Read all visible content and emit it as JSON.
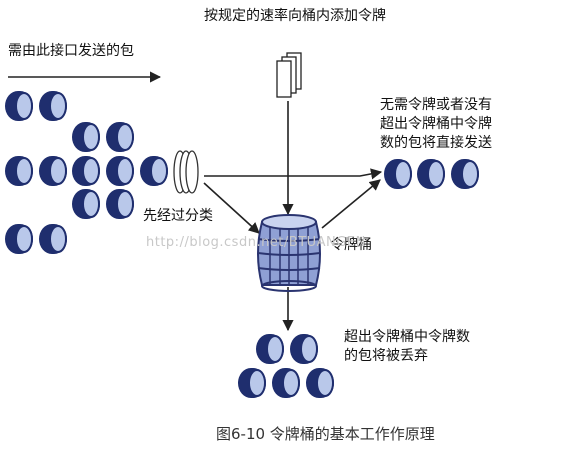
{
  "labels": {
    "top_title": "按规定的速率向桶内添加令牌",
    "incoming": "需由此接口发送的包",
    "classify": "先经过分类",
    "bucket": "令牌桶",
    "conform": "无需令牌或者没有\n超出令牌桶中令牌\n数的包将直接发送",
    "exceed": "超出令牌桶中令牌数\n的包将被丢弃"
  },
  "watermark": "http://blog.csdn.net/BTUANGEN",
  "caption": "图6-10 令牌桶的基本工作作原理",
  "colors": {
    "packet_dark": "#1f2e6e",
    "packet_light": "#b9c8ea",
    "bucket_fill": "#8fa0d4",
    "bucket_stroke": "#2a3470",
    "arrow": "#222222"
  }
}
